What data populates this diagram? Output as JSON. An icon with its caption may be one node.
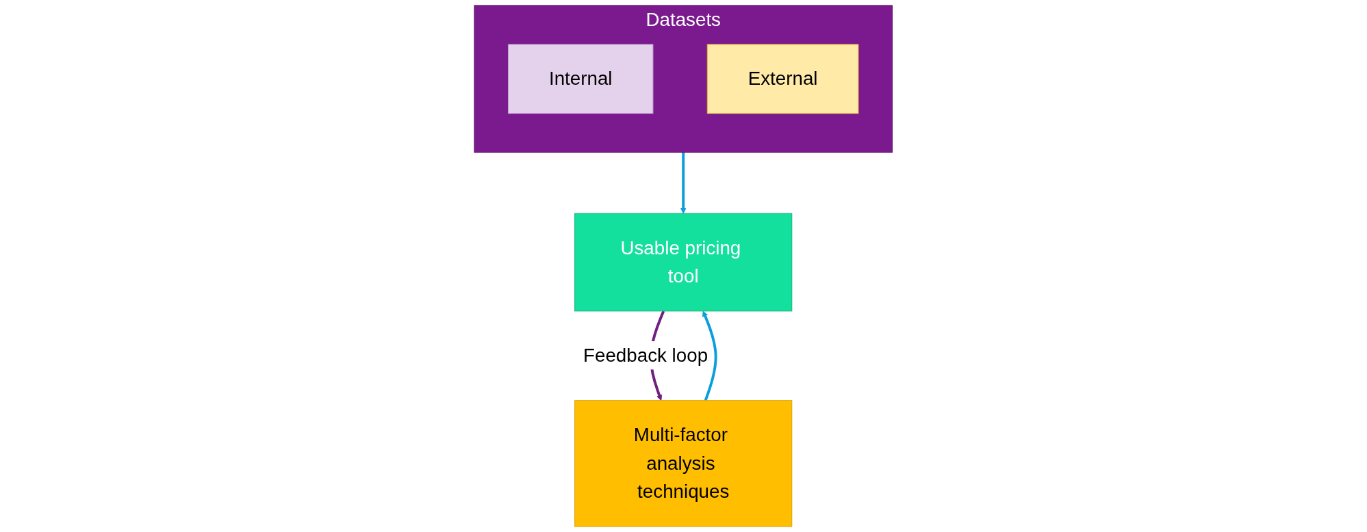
{
  "diagram": {
    "nodes": [
      {
        "text": [
          "Datasets"
        ]
      },
      {
        "text": [
          "Internal"
        ],
        "in": 0
      },
      {
        "text": [
          "External"
        ],
        "in": 0
      },
      {
        "text": [
          "Multi-factor analysis techniques"
        ]
      },
      {
        "text": [
          "Usable pricing tool"
        ]
      }
    ],
    "edges": [
      {
        "from": 0,
        "to": 4,
        "arrow": "to"
      },
      {
        "from": 3,
        "to": 4,
        "arrow": "to"
      },
      {
        "from": 4,
        "to": 3,
        "arrow": "to",
        "color": "#70207f",
        "label": "Feedback loop"
      }
    ]
  }
}
